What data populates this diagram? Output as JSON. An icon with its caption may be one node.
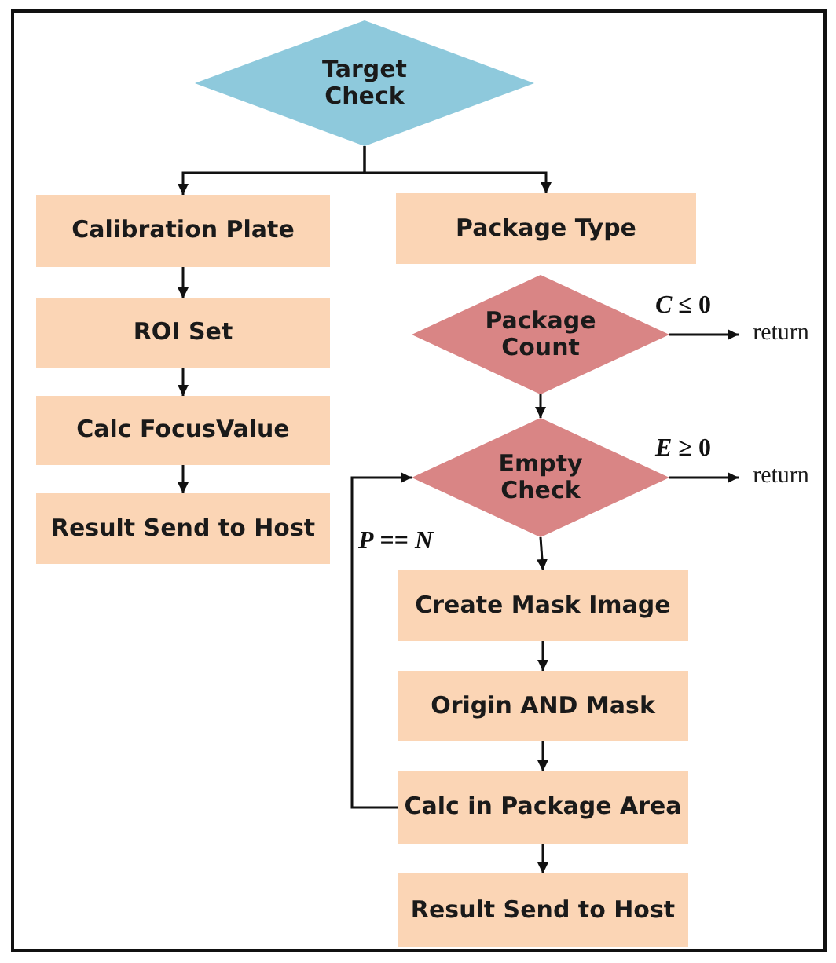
{
  "diagram": {
    "nodes": [
      {
        "text": [
          "Target Check"
        ]
      },
      {
        "text": [
          "Calibration Plate"
        ]
      },
      {
        "text": [
          "ROI Set"
        ]
      },
      {
        "text": [
          "Calc FocusValue"
        ]
      },
      {
        "text": [
          "Result Send to Host"
        ]
      },
      {
        "text": [
          "Package Type"
        ]
      },
      {
        "text": [
          "Package Count"
        ]
      },
      {
        "text": [
          "Empty Check"
        ]
      },
      {
        "text": [
          "Create Mask Image"
        ]
      },
      {
        "text": [
          "Origin AND Mask"
        ]
      },
      {
        "text": [
          "Calc in Package Area"
        ]
      },
      {
        "text": [
          "Result Send to Host"
        ]
      },
      {
        "text": [
          "return"
        ]
      },
      {
        "text": [
          "return"
        ]
      }
    ],
    "edges": [
      {
        "from": 0,
        "to": 1,
        "arrow": "to"
      },
      {
        "from": 0,
        "to": 5,
        "arrow": "to"
      },
      {
        "from": 1,
        "to": 2,
        "arrow": "to"
      },
      {
        "from": 2,
        "to": 3,
        "arrow": "to"
      },
      {
        "from": 3,
        "to": 4,
        "arrow": "to"
      },
      {
        "from": 6,
        "to": 12,
        "arrow": "to",
        "label": "*C* ≤ 0"
      },
      {
        "from": 6,
        "to": 7,
        "arrow": "to"
      },
      {
        "from": 7,
        "to": 13,
        "arrow": "to",
        "label": "*E* ≥ 0"
      },
      {
        "from": 7,
        "to": 8,
        "arrow": "to"
      },
      {
        "from": 8,
        "to": 9,
        "arrow": "to"
      },
      {
        "from": 9,
        "to": 10,
        "arrow": "to"
      },
      {
        "from": 10,
        "to": 7,
        "arrow": "to",
        "label": "*P* == *N*"
      },
      {
        "from": 10,
        "to": 11,
        "arrow": "to"
      }
    ]
  }
}
